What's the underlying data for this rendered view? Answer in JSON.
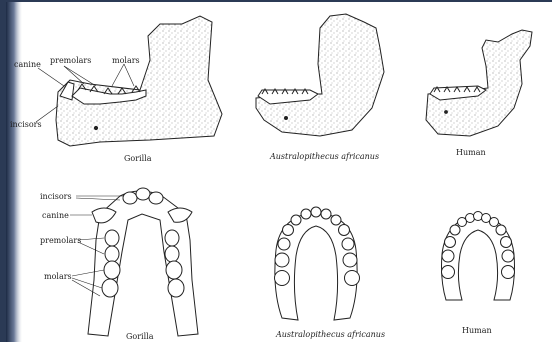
{
  "labels": {
    "canine_top": "canine",
    "premolars_top": "premolars",
    "molars_top": "molars",
    "incisors_top": "incisors",
    "incisors_bottom": "incisors",
    "canine_bottom": "canine",
    "premolars_bottom": "premolars",
    "molars_bottom": "molars"
  },
  "captions": {
    "gorilla_side": "Gorilla",
    "australopithecus_side": "Australopithecus africanus",
    "human_side": "Human",
    "gorilla_top": "Gorilla",
    "australopithecus_top": "Australopithecus africanus",
    "human_top": "Human"
  },
  "colors": {
    "border_dark": "#2b3a55",
    "border_mid": "#6f7f9b",
    "line": "#222222",
    "stipple": "#555555"
  }
}
